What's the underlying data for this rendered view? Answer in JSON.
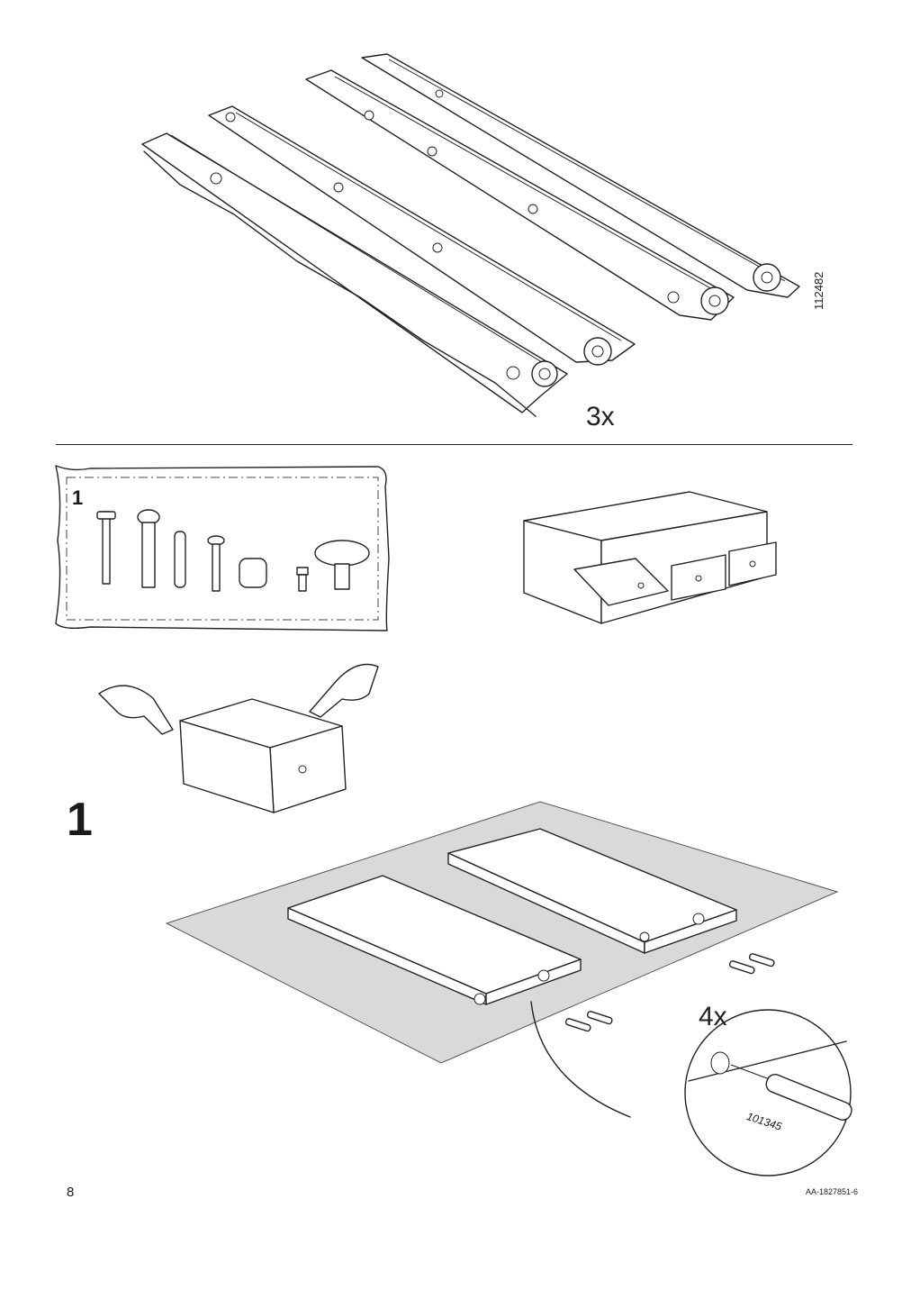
{
  "rails": {
    "article_number": "112482",
    "quantity": "3x"
  },
  "hardware_box": {
    "step_number": "1"
  },
  "step": {
    "number": "1"
  },
  "dowel_detail": {
    "quantity": "4x",
    "part_number": "101345"
  },
  "footer": {
    "page_number": "8",
    "document_id": "AA-1827851-6"
  }
}
